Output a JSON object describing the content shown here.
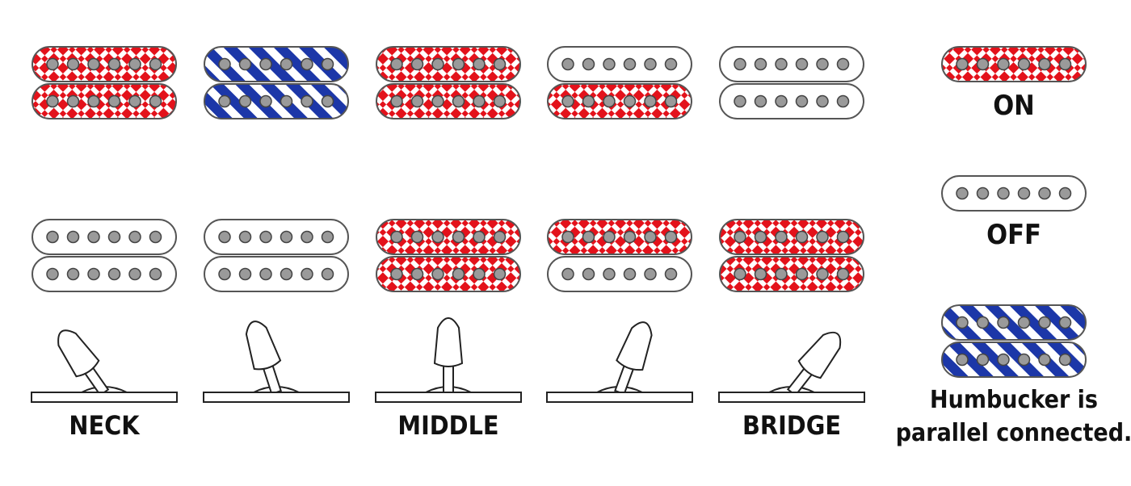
{
  "colors": {
    "on_fill": "#e3121b",
    "parallel_fill": "#1c37a8",
    "off_fill": "#ffffff",
    "outline": "#555555",
    "pole_fill": "#9a9a9a",
    "pole_stroke": "#444444",
    "text": "#111111"
  },
  "positions": [
    {
      "label": "NECK",
      "neck": [
        "on",
        "on"
      ],
      "bridge": [
        "off",
        "off"
      ],
      "lever": "left-full"
    },
    {
      "label": "",
      "neck": [
        "parallel",
        "parallel"
      ],
      "bridge": [
        "off",
        "off"
      ],
      "lever": "left-half"
    },
    {
      "label": "MIDDLE",
      "neck": [
        "on",
        "on"
      ],
      "bridge": [
        "on",
        "on"
      ],
      "lever": "center"
    },
    {
      "label": "",
      "neck": [
        "off",
        "on"
      ],
      "bridge": [
        "on",
        "off"
      ],
      "lever": "right-half"
    },
    {
      "label": "BRIDGE",
      "neck": [
        "off",
        "off"
      ],
      "bridge": [
        "on",
        "on"
      ],
      "lever": "right-full"
    }
  ],
  "legend": [
    {
      "state": "on",
      "coils": 1,
      "text": [
        "ON"
      ]
    },
    {
      "state": "off",
      "coils": 1,
      "text": [
        "OFF"
      ]
    },
    {
      "state": "parallel",
      "coils": 2,
      "text": [
        "Humbucker is",
        "parallel connected."
      ]
    }
  ]
}
